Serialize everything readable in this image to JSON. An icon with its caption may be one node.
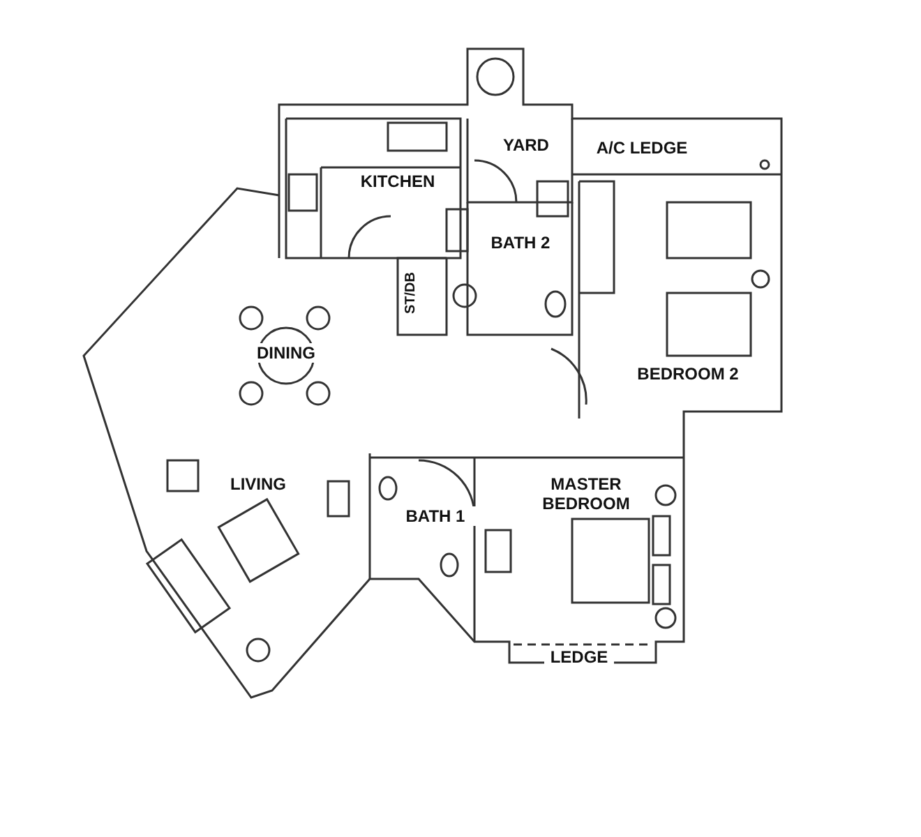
{
  "diagram": {
    "nodes": [
      {
        "text": [
          "YARD"
        ]
      },
      {
        "text": [
          "A/C LEDGE"
        ]
      },
      {
        "text": [
          "KITCHEN"
        ]
      },
      {
        "text": [
          "BATH 2"
        ]
      },
      {
        "text": [
          "ST/DB"
        ]
      },
      {
        "text": [
          "DINING"
        ]
      },
      {
        "text": [
          "BEDROOM 2"
        ]
      },
      {
        "text": [
          "LIVING"
        ]
      },
      {
        "text": [
          "BATH 1"
        ]
      },
      {
        "text": [
          "MASTER BEDROOM"
        ]
      },
      {
        "text": [
          "LEDGE"
        ]
      }
    ]
  }
}
